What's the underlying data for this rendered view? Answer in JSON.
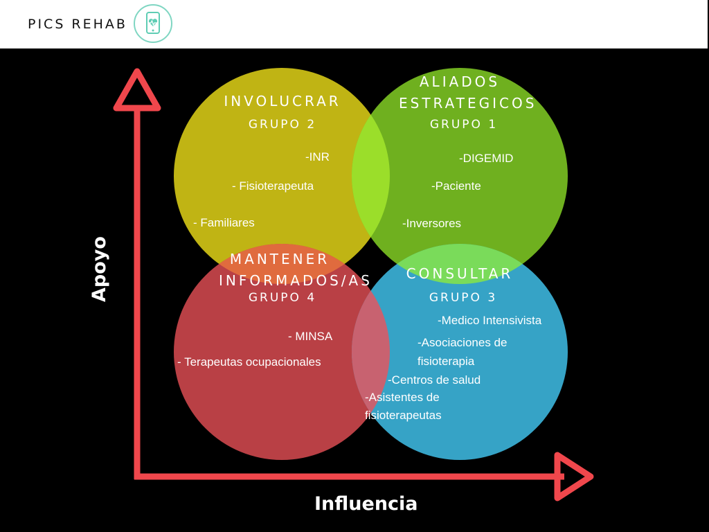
{
  "header": {
    "brand": "PICS REHAB",
    "logo_icon": "phone-heart-icon"
  },
  "colors": {
    "yellow": "#C0B414",
    "green": "#6FB01F",
    "red": "#B94045",
    "blue": "#36A3C6",
    "arrow": "#F0474C",
    "overlap_yg": "#9BDE2A",
    "overlap_yr": "#E06B3E",
    "overlap_gb": "#7ADB5A",
    "overlap_rb": "#C86270"
  },
  "axes": {
    "y_label": "Apoyo",
    "x_label": "Influencia"
  },
  "quadrants": {
    "involucrar": {
      "title": "INVOLUCRAR",
      "group": "GRUPO 2",
      "items": [
        "-INR",
        "- Fisioterapeuta",
        "- Familiares"
      ]
    },
    "aliados": {
      "title_line1": "ALIADOS",
      "title_line2": "ESTRATEGICOS",
      "group": "GRUPO 1",
      "items": [
        "-DIGEMID",
        "-Paciente",
        "-Inversores"
      ]
    },
    "mantener": {
      "title_line1": "MANTENER",
      "title_line2": "INFORMADOS/AS",
      "group": "GRUPO 4",
      "items": [
        "- MINSA",
        "- Terapeutas ocupacionales"
      ]
    },
    "consultar": {
      "title": "CONSULTAR",
      "group": "GRUPO 3",
      "items": [
        "-Medico Intensivista",
        "-Asociaciones de",
        "fisioterapia",
        "-Centros de salud",
        "-Asistentes de",
        "fisioterapeutas"
      ]
    }
  }
}
